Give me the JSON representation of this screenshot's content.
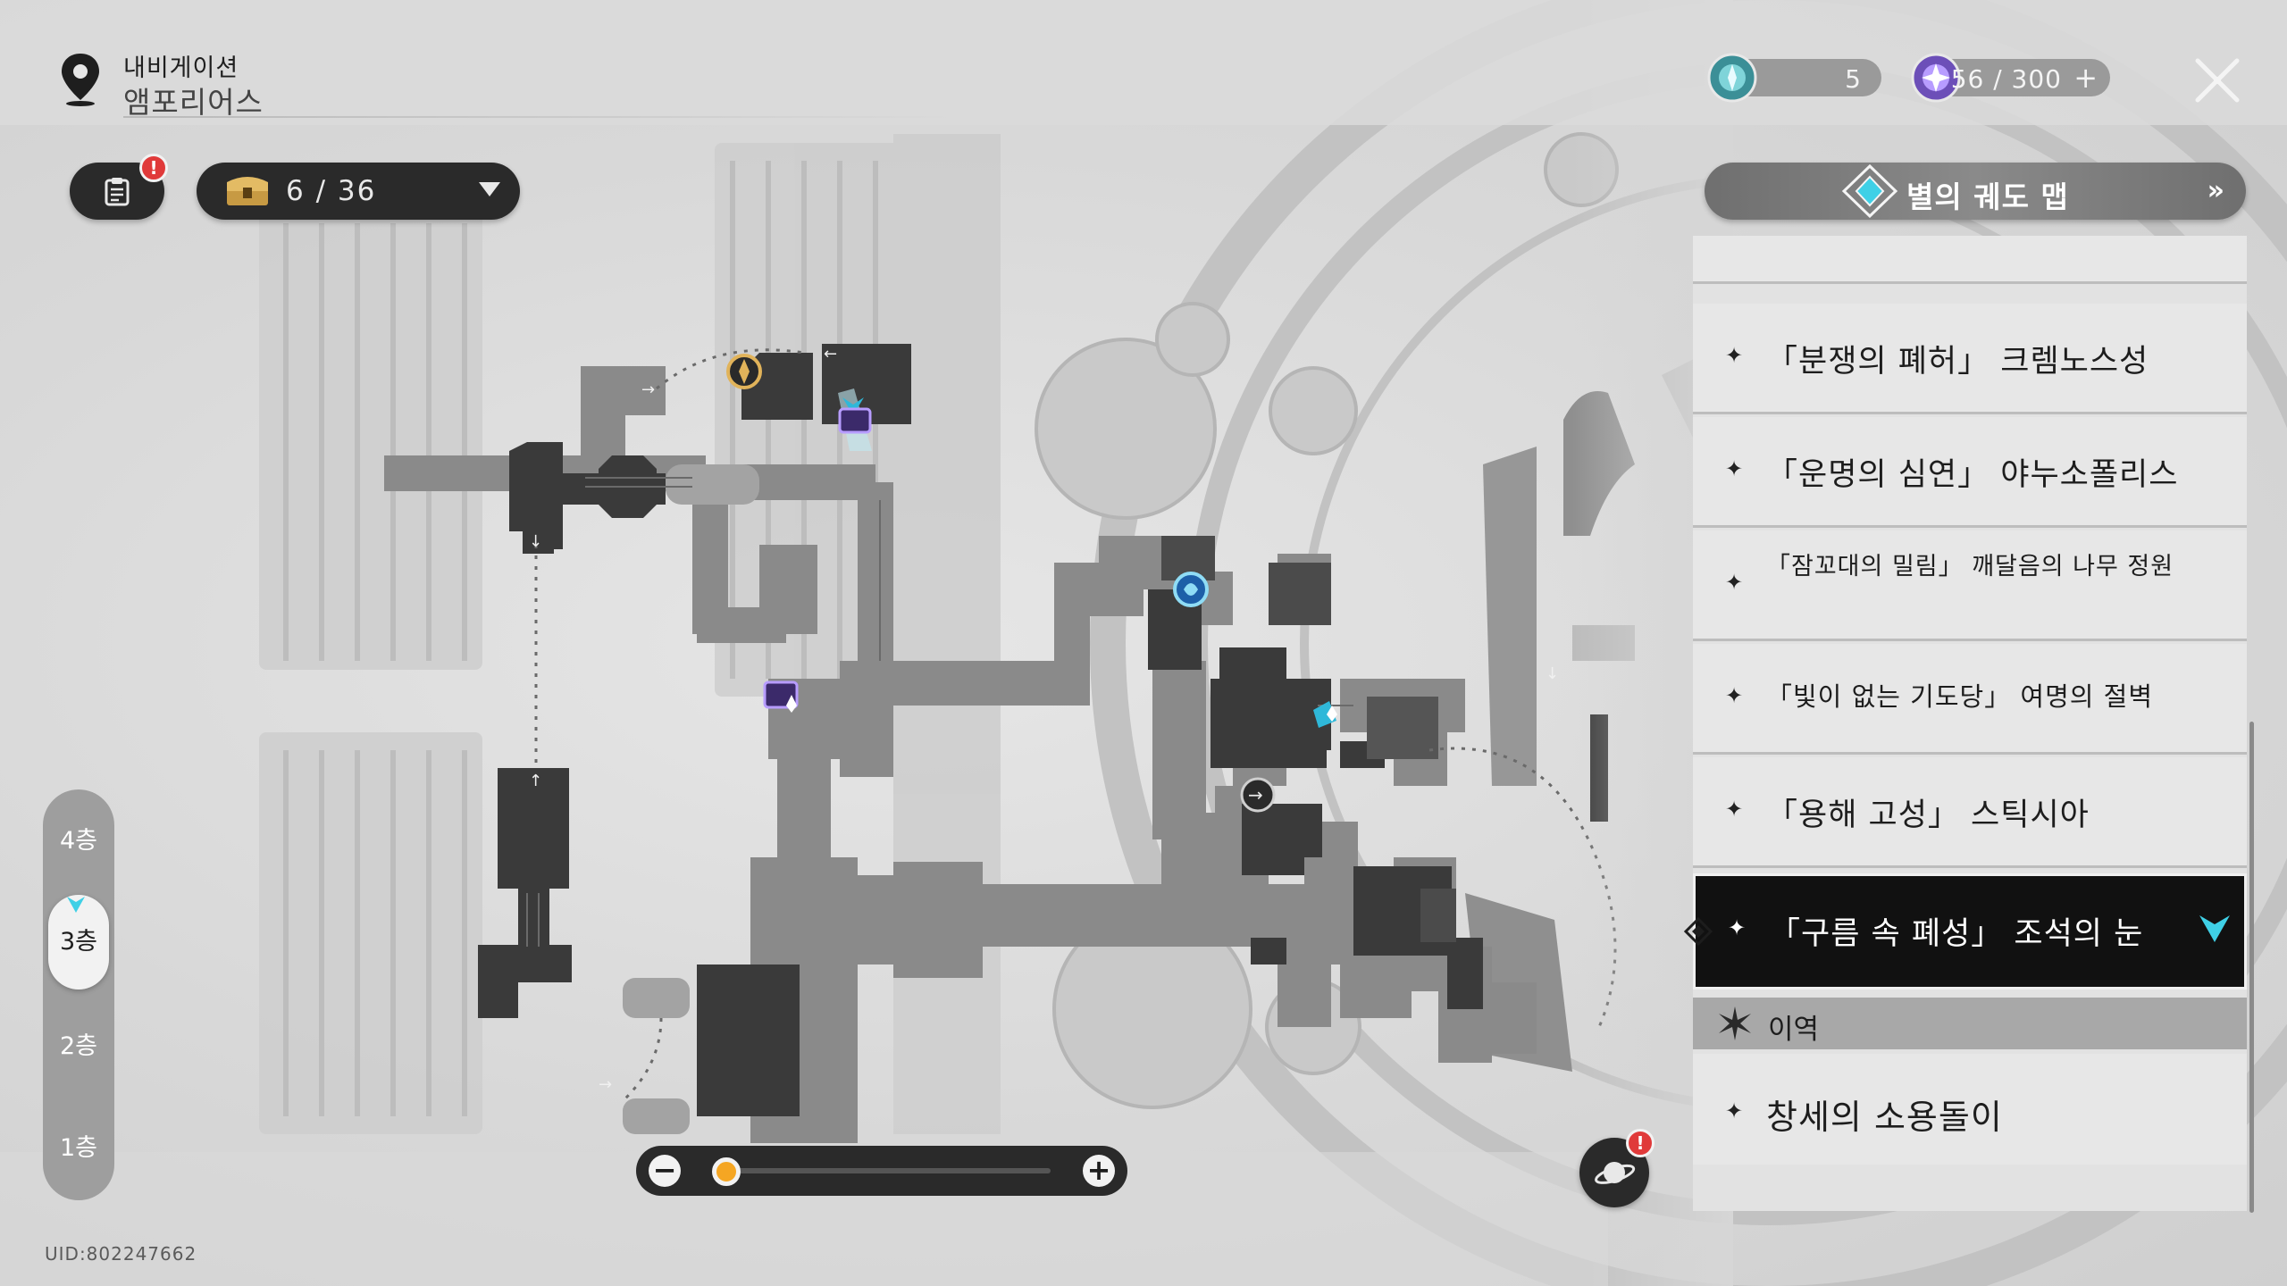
{
  "header": {
    "title": "내비게이션",
    "location": "앰포리어스"
  },
  "map": {
    "chest_counter": "6 / 36",
    "floors": [
      "4층",
      "3층",
      "2층",
      "1층"
    ],
    "selected_floor": "3층",
    "uid": "UID:802247662",
    "zoom_level": 0.04
  },
  "currencies": [
    {
      "name": "fuel-icon",
      "value": "5",
      "color": "#7fd4d9"
    },
    {
      "name": "trailblaze-power-icon",
      "value": "56 / 300",
      "color": "#b79cff"
    }
  ],
  "panel": {
    "title": "별의 궤도 맵",
    "worlds": [
      {
        "label": "「분쟁의 폐허」 크렘노스성",
        "active": false
      },
      {
        "label": "「운명의 심연」 야누소폴리스",
        "active": false
      },
      {
        "label": "「잠꼬대의 밀림」 깨달음의 나무 정원",
        "active": false
      },
      {
        "label": "「빛이 없는 기도당」 여명의 절벽",
        "active": false
      },
      {
        "label": "「용해 고성」 스틱시아",
        "active": false
      },
      {
        "label": "「구름 속 폐성」 조석의 눈",
        "active": true
      }
    ],
    "section_label": "이역",
    "extra_world": "창세의 소용돌이"
  },
  "colors": {
    "accent_cyan": "#3fd0e6",
    "alert_red": "#e03a3a",
    "zoom_knob": "#f5a623"
  }
}
